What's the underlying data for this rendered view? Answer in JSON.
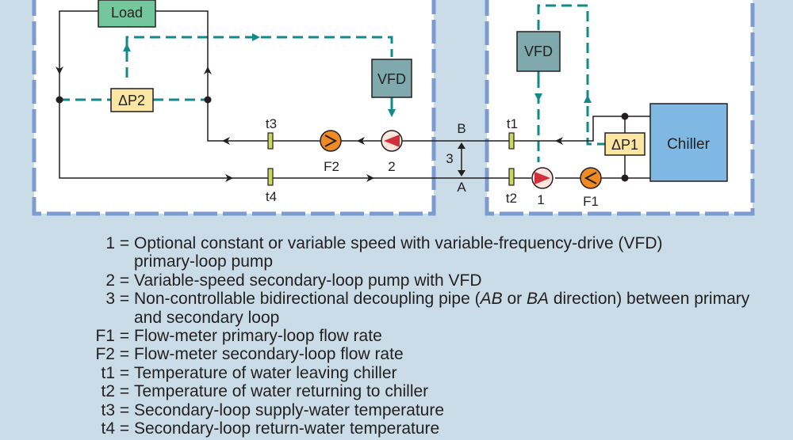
{
  "colors": {
    "background": "#c9dce7",
    "panel": "#ffffff",
    "panel_border": "#7b9bd1",
    "pipe": "#231f20",
    "control_dash": "#138a8a",
    "load_box": "#74c69d",
    "vfd_box": "#7fa9ad",
    "dp_box": "#fbe6a2",
    "chiller_box": "#7fb9e3",
    "secondary_pump": "#f08a24",
    "primary_pump": "#d12f3a",
    "sensor": "#c8d85e"
  },
  "components": {
    "load": "Load",
    "vfd_left": "VFD",
    "vfd_right": "VFD",
    "dp2": "ΔP2",
    "dp1": "ΔP1",
    "chiller": "Chiller"
  },
  "labels": {
    "t3": "t3",
    "t4": "t4",
    "t1": "t1",
    "t2": "t2",
    "F2": "F2",
    "F1": "F1",
    "pump2": "2",
    "pump1": "1",
    "B": "B",
    "A": "A",
    "pipe3": "3"
  },
  "legend": {
    "items": [
      {
        "key": "1",
        "desc": "Optional constant or variable speed with variable-frequency-drive (VFD)",
        "cont": "primary-loop pump"
      },
      {
        "key": "2",
        "desc": "Variable-speed secondary-loop pump with VFD"
      },
      {
        "key": "3",
        "desc_pre": "Non-controllable bidirectional decoupling pipe (",
        "desc_ab": "AB",
        "desc_or": " or ",
        "desc_ba": "BA",
        "desc_post": " direction) between primary",
        "cont": "and secondary loop"
      },
      {
        "key": "F1",
        "desc": "Flow-meter primary-loop flow rate"
      },
      {
        "key": "F2",
        "desc": "Flow-meter secondary-loop flow rate"
      },
      {
        "key": "t1",
        "desc": "Temperature of water leaving chiller"
      },
      {
        "key": "t2",
        "desc": "Temperature of water returning to chiller"
      },
      {
        "key": "t3",
        "desc": "Secondary-loop supply-water temperature"
      },
      {
        "key": "t4",
        "desc": "Secondary-loop return-water temperature"
      }
    ],
    "eq": "="
  }
}
